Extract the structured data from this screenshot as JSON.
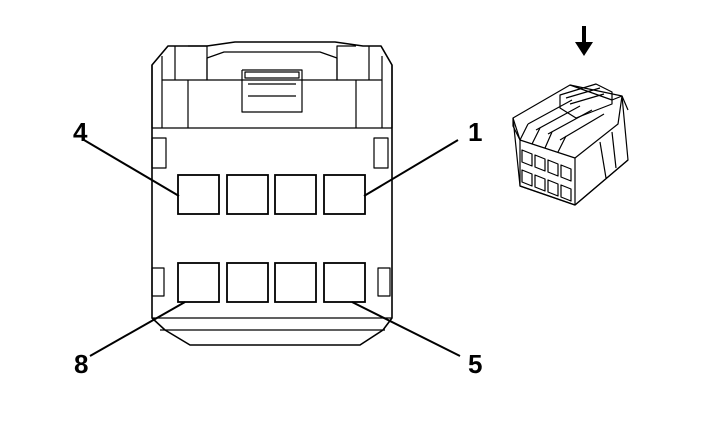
{
  "figure": {
    "subject": "connector",
    "view": "terminal face",
    "pins": [
      {
        "number": "4",
        "row": "top",
        "position": 1
      },
      {
        "number": "1",
        "row": "top",
        "position": 4
      },
      {
        "number": "8",
        "row": "bottom",
        "position": 1
      },
      {
        "number": "5",
        "row": "bottom",
        "position": 4
      }
    ],
    "labels": {
      "pin_4": "4",
      "pin_1": "1",
      "pin_8": "8",
      "pin_5": "5"
    },
    "cavity_rows": 2,
    "cavities_per_row": 4,
    "colors": {
      "line": "#000000",
      "background": "#ffffff"
    },
    "icons": {
      "insertion_direction": "arrow-down-icon",
      "locator": "connector-isometric-view"
    }
  }
}
